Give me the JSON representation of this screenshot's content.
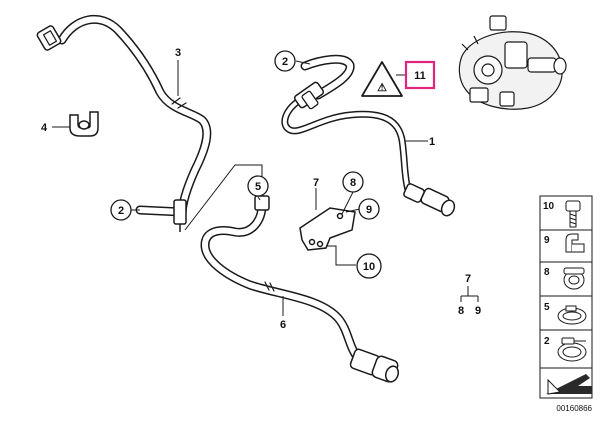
{
  "callouts": {
    "c1": "1",
    "c2_top": "2",
    "c2_left": "2",
    "c3": "3",
    "c4": "4",
    "c5": "5",
    "c6": "6",
    "c7": "7",
    "c8": "8",
    "c9": "9",
    "c10": "10",
    "c11": "11"
  },
  "legend_group": {
    "top": "7",
    "left": "8",
    "right": "9"
  },
  "side_legend": [
    "10",
    "9",
    "8",
    "5",
    "2"
  ],
  "diagram_id": "00160866",
  "colors": {
    "highlight": "#e0267a",
    "line": "#1a1a1a"
  }
}
